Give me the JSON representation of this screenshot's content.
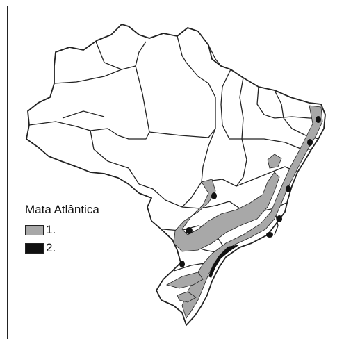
{
  "legend": {
    "title": "Mata Atlântica",
    "items": [
      {
        "label": "1.",
        "color": "#a8a8a8"
      },
      {
        "label": "2.",
        "color": "#111111"
      }
    ]
  },
  "colors": {
    "outline": "#222222",
    "land": "#ffffff",
    "forest_remnant": "#a8a8a8",
    "forest_dense": "#111111"
  }
}
